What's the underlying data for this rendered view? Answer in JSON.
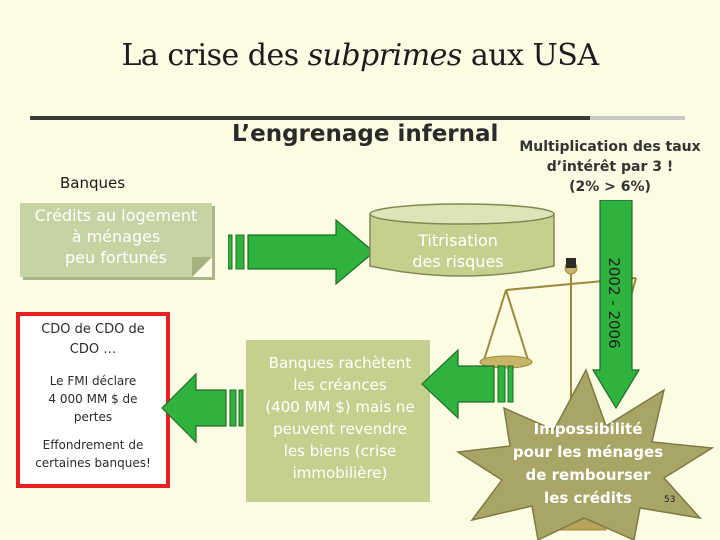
{
  "title": {
    "prefix": "La crise des ",
    "italic": "subprimes",
    "suffix": " aux USA"
  },
  "subtitle": "L’engrenage infernal",
  "banques_label": "Banques",
  "credits_note": [
    "Crédits au logement",
    "à ménages",
    "peu fortunés"
  ],
  "rate_note": [
    "Multiplication des taux",
    "d’intérêt par 3 !",
    "(2% > 6%)"
  ],
  "titrisation": [
    "Titrisation",
    "des risques"
  ],
  "years": "2002 - 2006",
  "consequences": {
    "cdo": [
      "CDO de CDO de",
      "CDO …"
    ],
    "fmi": [
      "Le FMI déclare",
      "4 000 MM $ de",
      "pertes"
    ],
    "effondrement": [
      "Effondrement de",
      "certaines banques!"
    ]
  },
  "buyback": [
    "Banques rachètent",
    "les créances",
    "(400 MM $) mais ne",
    "peuvent revendre",
    "les biens (crise",
    "immobilière)"
  ],
  "impossibility": [
    "Impossibilité",
    "pour les ménages",
    "de rembourser",
    "les crédits"
  ],
  "page_number": "53",
  "colors": {
    "background": "#fbfce3",
    "arrow_green": "#2fb33e",
    "box_olive": "#c5d08f",
    "alert_red": "#e8201e",
    "star_olive": "#a9a566"
  }
}
